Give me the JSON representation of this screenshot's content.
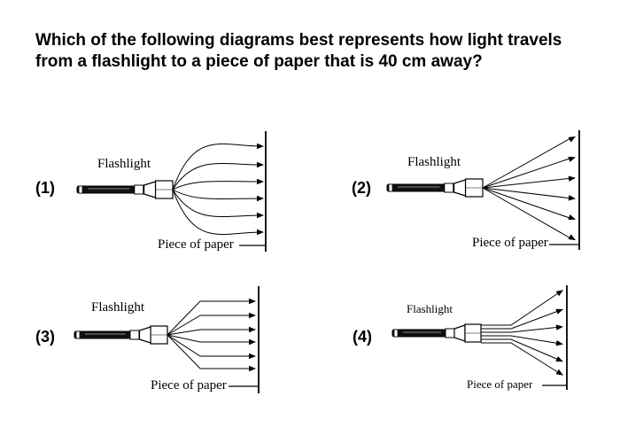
{
  "question": {
    "line1": "Which of the following diagrams best represents how light travels",
    "line2": "from a flashlight to a piece of paper that is 40 cm away?"
  },
  "options": [
    {
      "label": "(1)",
      "flashlight_label": "Flashlight",
      "paper_label": "Piece of paper",
      "ray_pattern": "curved-bulging"
    },
    {
      "label": "(2)",
      "flashlight_label": "Flashlight",
      "paper_label": "Piece of paper",
      "ray_pattern": "straight-diverging"
    },
    {
      "label": "(3)",
      "flashlight_label": "Flashlight",
      "paper_label": "Piece of paper",
      "ray_pattern": "bent-parallel"
    },
    {
      "label": "(4)",
      "flashlight_label": "Flashlight",
      "paper_label": "Piece of paper",
      "ray_pattern": "parallel-then-diverging"
    }
  ],
  "colors": {
    "ink": "#000000",
    "background": "#ffffff"
  }
}
